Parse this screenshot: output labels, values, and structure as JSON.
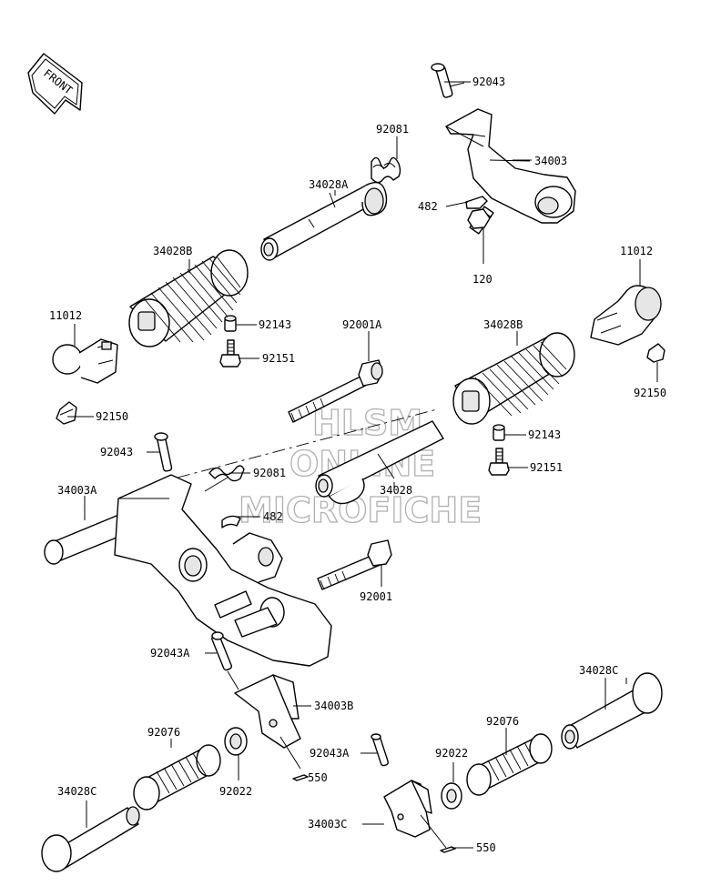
{
  "orientation": {
    "label": "FRONT",
    "icon": "front-arrow-icon"
  },
  "watermark": {
    "lines": [
      "HLSM",
      "ONLINE",
      "MICROFICHE"
    ],
    "color": "#b0b0b0"
  },
  "callouts": [
    {
      "id": "92043-top",
      "text": "92043"
    },
    {
      "id": "92081-top",
      "text": "92081"
    },
    {
      "id": "34003",
      "text": "34003"
    },
    {
      "id": "34028A",
      "text": "34028A"
    },
    {
      "id": "482-top",
      "text": "482"
    },
    {
      "id": "120",
      "text": "120"
    },
    {
      "id": "34028B-left",
      "text": "34028B"
    },
    {
      "id": "11012-left",
      "text": "11012"
    },
    {
      "id": "11012-right",
      "text": "11012"
    },
    {
      "id": "92143-left",
      "text": "92143"
    },
    {
      "id": "92001A",
      "text": "92001A"
    },
    {
      "id": "34028B-right",
      "text": "34028B"
    },
    {
      "id": "92151-left",
      "text": "92151"
    },
    {
      "id": "92150-right",
      "text": "92150"
    },
    {
      "id": "92150-left",
      "text": "92150"
    },
    {
      "id": "92143-right",
      "text": "92143"
    },
    {
      "id": "92043-mid",
      "text": "92043"
    },
    {
      "id": "92081-mid",
      "text": "92081"
    },
    {
      "id": "92151-right",
      "text": "92151"
    },
    {
      "id": "34003A",
      "text": "34003A"
    },
    {
      "id": "34028",
      "text": "34028"
    },
    {
      "id": "482-mid",
      "text": "482"
    },
    {
      "id": "92001",
      "text": "92001"
    },
    {
      "id": "92043A",
      "text": "92043A"
    },
    {
      "id": "34028C-right",
      "text": "34028C"
    },
    {
      "id": "34003B",
      "text": "34003B"
    },
    {
      "id": "92076-left",
      "text": "92076"
    },
    {
      "id": "92076-right",
      "text": "92076"
    },
    {
      "id": "92043A-low",
      "text": "92043A"
    },
    {
      "id": "92022-right",
      "text": "92022"
    },
    {
      "id": "550-left",
      "text": "550"
    },
    {
      "id": "92022-left",
      "text": "92022"
    },
    {
      "id": "34028C-left",
      "text": "34028C"
    },
    {
      "id": "34003C",
      "text": "34003C"
    },
    {
      "id": "550-right",
      "text": "550"
    }
  ]
}
